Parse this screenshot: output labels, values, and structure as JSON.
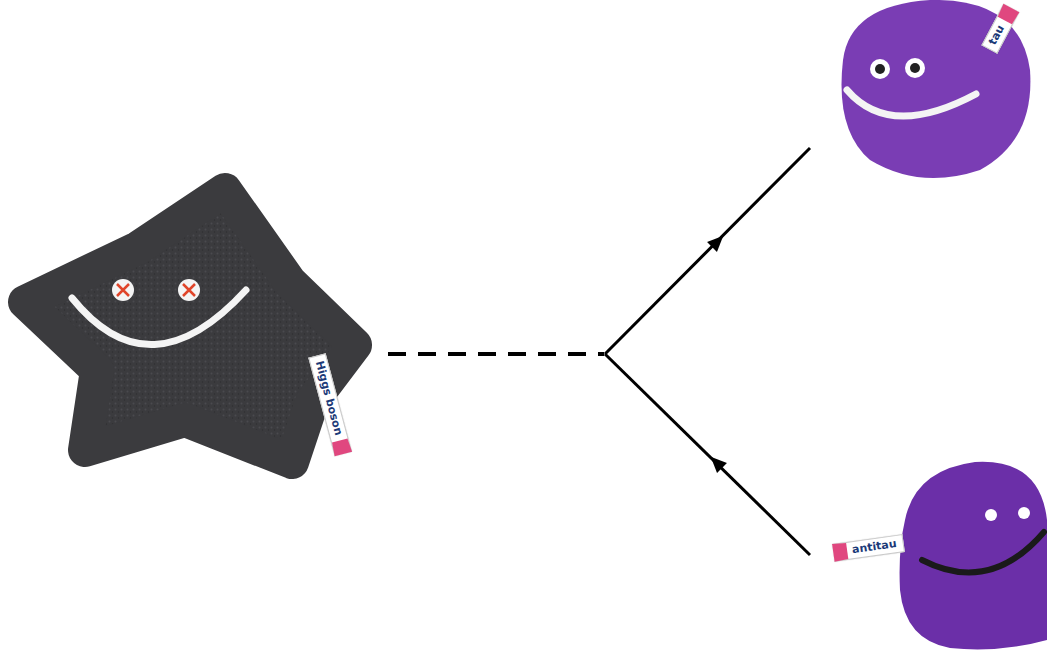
{
  "diagram": {
    "labels": [
      "Higgs boson",
      "tau",
      "antitau"
    ]
  }
}
